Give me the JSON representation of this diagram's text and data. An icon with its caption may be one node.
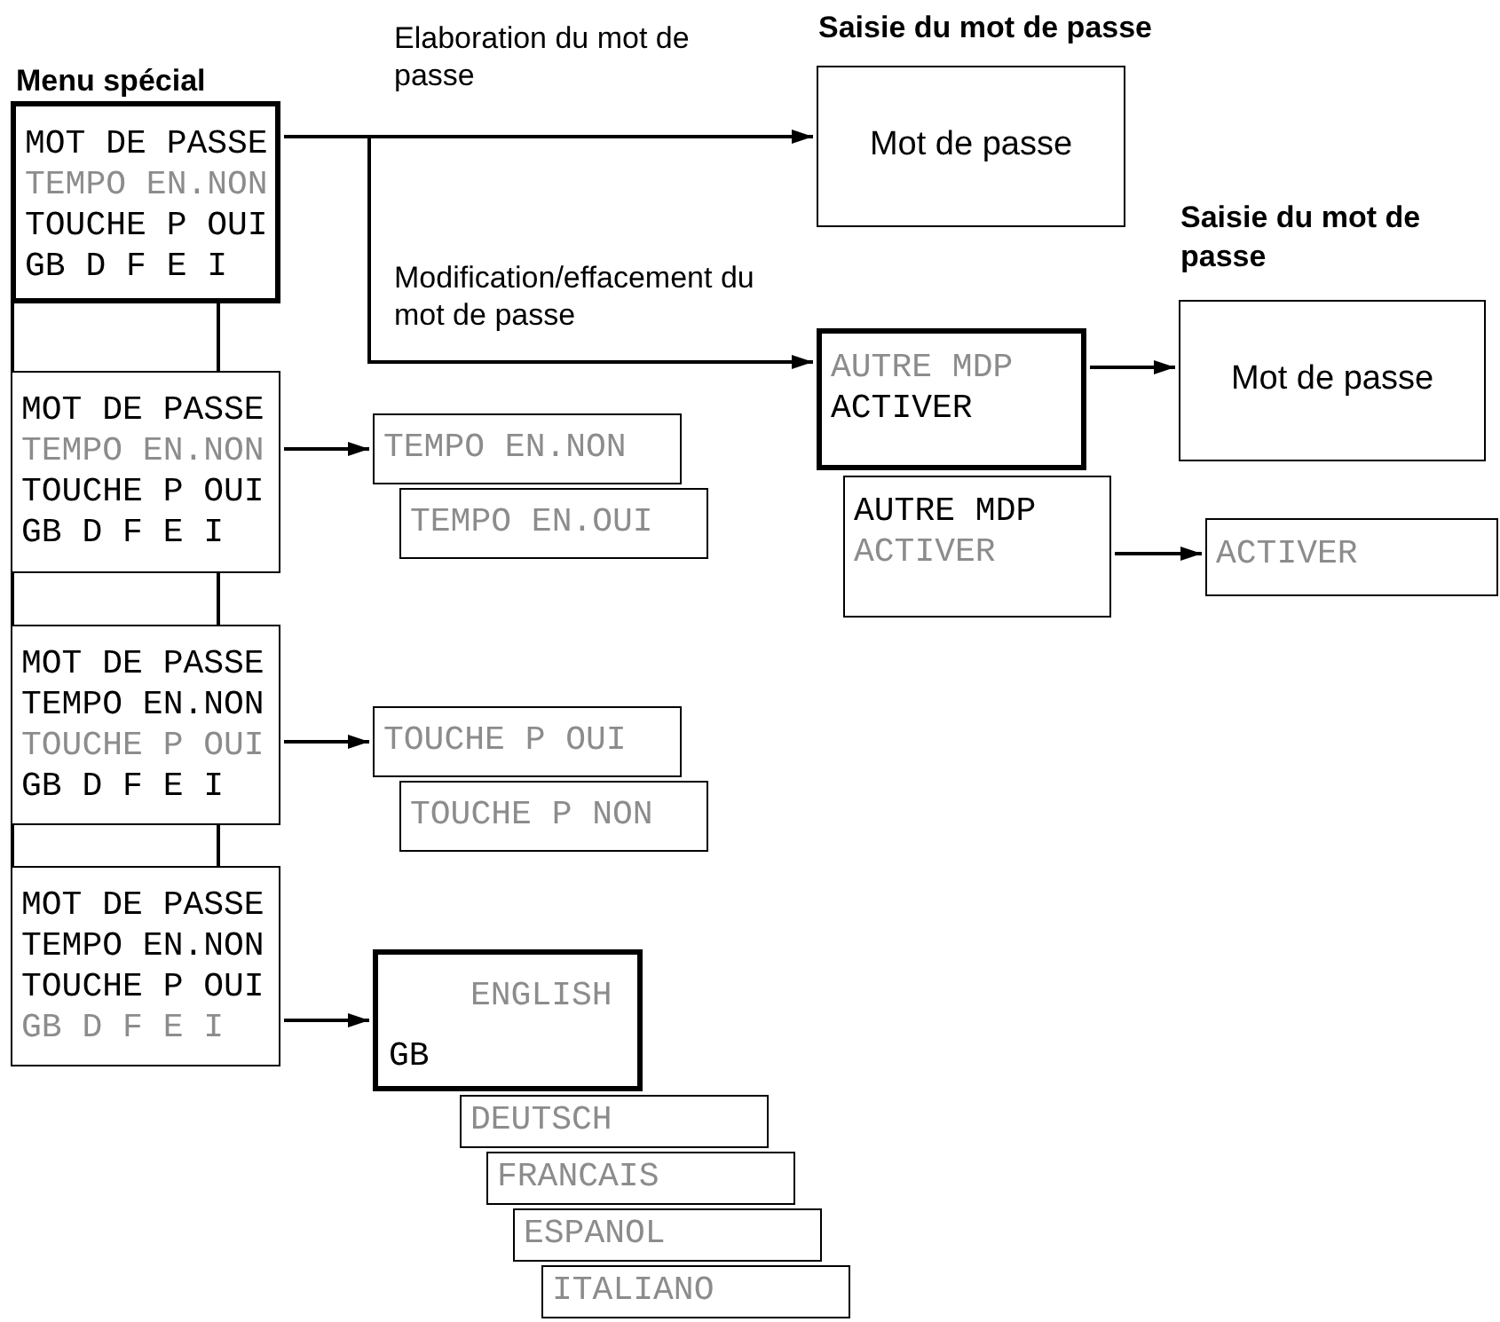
{
  "diagram": {
    "nodes": [
      {
        "text": [
          "Menu spécial",
          "MOT DE PASSE",
          "TEMPO EN.NON",
          "TOUCHE P OUI",
          "GB D F E I"
        ]
      },
      {
        "text": [
          "Saisie du mot de passe",
          "Mot de passe"
        ]
      },
      {
        "text": [
          "AUTRE MDP",
          "ACTIVER"
        ]
      },
      {
        "text": [
          "Saisie du mot de passe",
          "Mot de passe"
        ]
      },
      {
        "text": [
          "AUTRE MDP",
          "ACTIVER"
        ]
      },
      {
        "text": [
          "ACTIVER"
        ]
      },
      {
        "text": [
          "MOT DE PASSE",
          "TEMPO EN.NON",
          "TOUCHE P OUI",
          "GB D F E I"
        ]
      },
      {
        "text": [
          "TEMPO EN.NON"
        ]
      },
      {
        "text": [
          "TEMPO EN.OUI"
        ]
      },
      {
        "text": [
          "MOT DE PASSE",
          "TEMPO EN.NON",
          "TOUCHE P OUI",
          "GB D F E I"
        ]
      },
      {
        "text": [
          "TOUCHE P OUI"
        ]
      },
      {
        "text": [
          "TOUCHE P NON"
        ]
      },
      {
        "text": [
          "MOT DE PASSE",
          "TEMPO EN.NON",
          "TOUCHE P OUI",
          "GB D F E I"
        ]
      },
      {
        "text": [
          "ENGLISH",
          "GB"
        ]
      },
      {
        "text": [
          "DEUTSCH"
        ]
      },
      {
        "text": [
          "FRANCAIS"
        ]
      },
      {
        "text": [
          "ESPANOL"
        ]
      },
      {
        "text": [
          "ITALIANO"
        ]
      }
    ],
    "edges": [
      {
        "from": 0,
        "to": 1,
        "arrow": "to",
        "label": "Elaboration du mot de passe"
      },
      {
        "from": 0,
        "to": 2,
        "arrow": "to",
        "label": "Modification/effacement du mot de passe"
      },
      {
        "from": 2,
        "to": 3,
        "arrow": "to"
      },
      {
        "from": 4,
        "to": 5,
        "arrow": "to"
      },
      {
        "from": 0,
        "to": 6,
        "arrow": "none"
      },
      {
        "from": 6,
        "to": 7,
        "arrow": "to"
      },
      {
        "from": 6,
        "to": 9,
        "arrow": "none"
      },
      {
        "from": 9,
        "to": 10,
        "arrow": "to"
      },
      {
        "from": 9,
        "to": 12,
        "arrow": "none"
      },
      {
        "from": 12,
        "to": 13,
        "arrow": "to"
      }
    ]
  }
}
